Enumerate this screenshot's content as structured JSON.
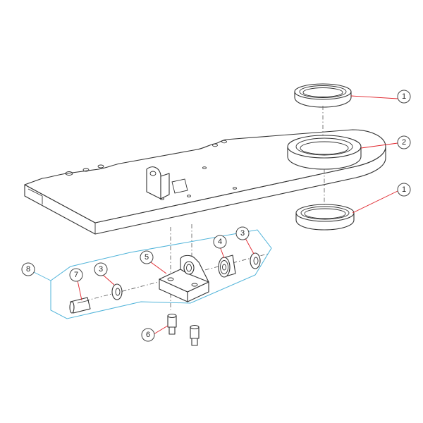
{
  "colors": {
    "leader_red": "#e0242b",
    "group_outline_blue": "#4fb3d9",
    "line": "#333333"
  },
  "callouts": [
    {
      "id": "c1a",
      "label": "1"
    },
    {
      "id": "c2",
      "label": "2"
    },
    {
      "id": "c1b",
      "label": "1"
    },
    {
      "id": "c3a",
      "label": "3"
    },
    {
      "id": "c4",
      "label": "4"
    },
    {
      "id": "c5",
      "label": "5"
    },
    {
      "id": "c3b",
      "label": "3"
    },
    {
      "id": "c7",
      "label": "7"
    },
    {
      "id": "c8",
      "label": "8"
    },
    {
      "id": "c6",
      "label": "6"
    }
  ]
}
